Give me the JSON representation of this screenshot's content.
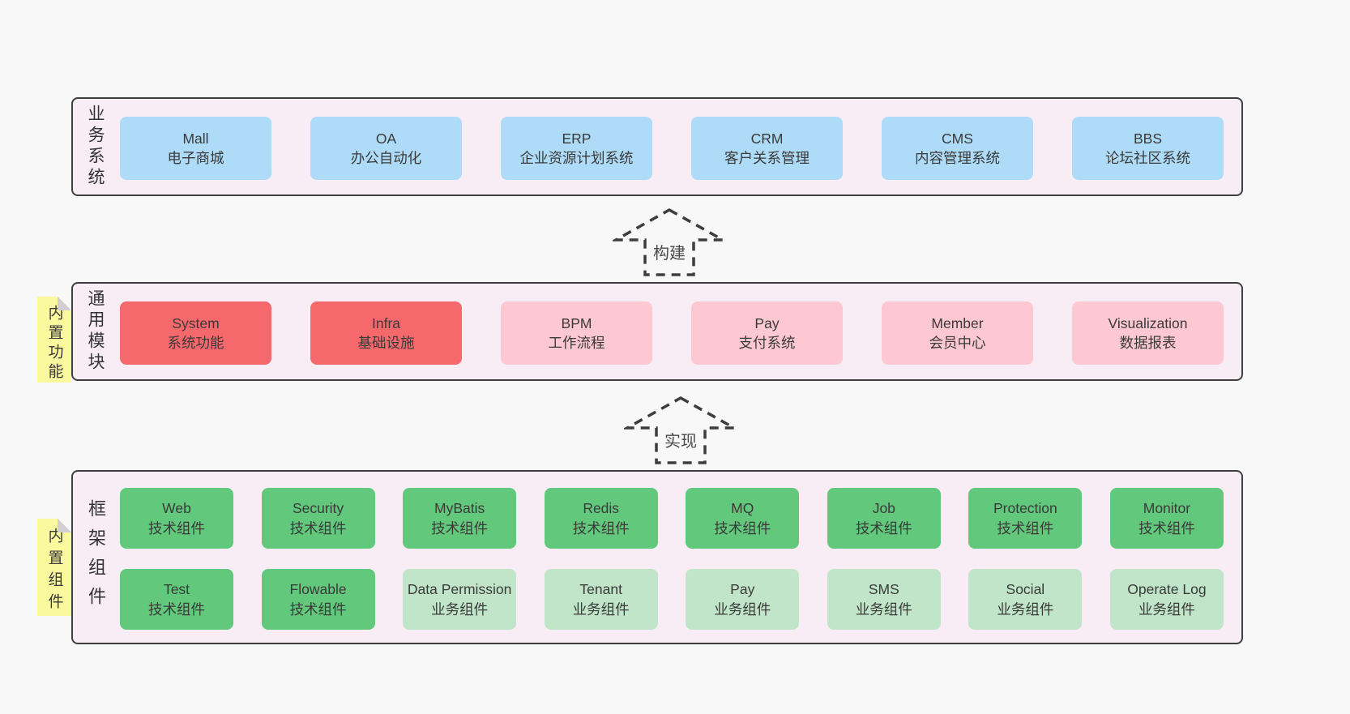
{
  "colors": {
    "page-bg": "#f8f8f8",
    "layer-bg": "#f8edf5",
    "layer-border": "#3e3e3e",
    "box-blue": "#aedbf7",
    "box-red": "#f5696d",
    "box-pink": "#fdc8d1",
    "box-green": "#62c87c",
    "box-lightgreen": "#c0e5c8",
    "tab-yellow": "#fbf99e",
    "tab-fold": "#d2ced3",
    "text-dark": "#3a3a3a"
  },
  "layers": {
    "business": {
      "label": "业务系统",
      "boxes": [
        {
          "name": "Mall",
          "desc": "电子商城"
        },
        {
          "name": "OA",
          "desc": "办公自动化"
        },
        {
          "name": "ERP",
          "desc": "企业资源计划系统"
        },
        {
          "name": "CRM",
          "desc": "客户关系管理"
        },
        {
          "name": "CMS",
          "desc": "内容管理系统"
        },
        {
          "name": "BBS",
          "desc": "论坛社区系统"
        }
      ]
    },
    "modules": {
      "label": "通用模块",
      "tab": "内置功能",
      "boxes": [
        {
          "name": "System",
          "desc": "系统功能"
        },
        {
          "name": "Infra",
          "desc": "基础设施"
        },
        {
          "name": "BPM",
          "desc": "工作流程"
        },
        {
          "name": "Pay",
          "desc": "支付系统"
        },
        {
          "name": "Member",
          "desc": "会员中心"
        },
        {
          "name": "Visualization",
          "desc": "数据报表"
        }
      ]
    },
    "components": {
      "label": "框架组件",
      "tab": "内置组件",
      "row1": [
        {
          "name": "Web",
          "desc": "技术组件"
        },
        {
          "name": "Security",
          "desc": "技术组件"
        },
        {
          "name": "MyBatis",
          "desc": "技术组件"
        },
        {
          "name": "Redis",
          "desc": "技术组件"
        },
        {
          "name": "MQ",
          "desc": "技术组件"
        },
        {
          "name": "Job",
          "desc": "技术组件"
        },
        {
          "name": "Protection",
          "desc": "技术组件"
        },
        {
          "name": "Monitor",
          "desc": "技术组件"
        }
      ],
      "row2": [
        {
          "name": "Test",
          "desc": "技术组件"
        },
        {
          "name": "Flowable",
          "desc": "技术组件"
        },
        {
          "name": "Data Permission",
          "desc": "业务组件"
        },
        {
          "name": "Tenant",
          "desc": "业务组件"
        },
        {
          "name": "Pay",
          "desc": "业务组件"
        },
        {
          "name": "SMS",
          "desc": "业务组件"
        },
        {
          "name": "Social",
          "desc": "业务组件"
        },
        {
          "name": "Operate Log",
          "desc": "业务组件"
        }
      ]
    }
  },
  "arrows": {
    "build": "构建",
    "implement": "实现"
  }
}
